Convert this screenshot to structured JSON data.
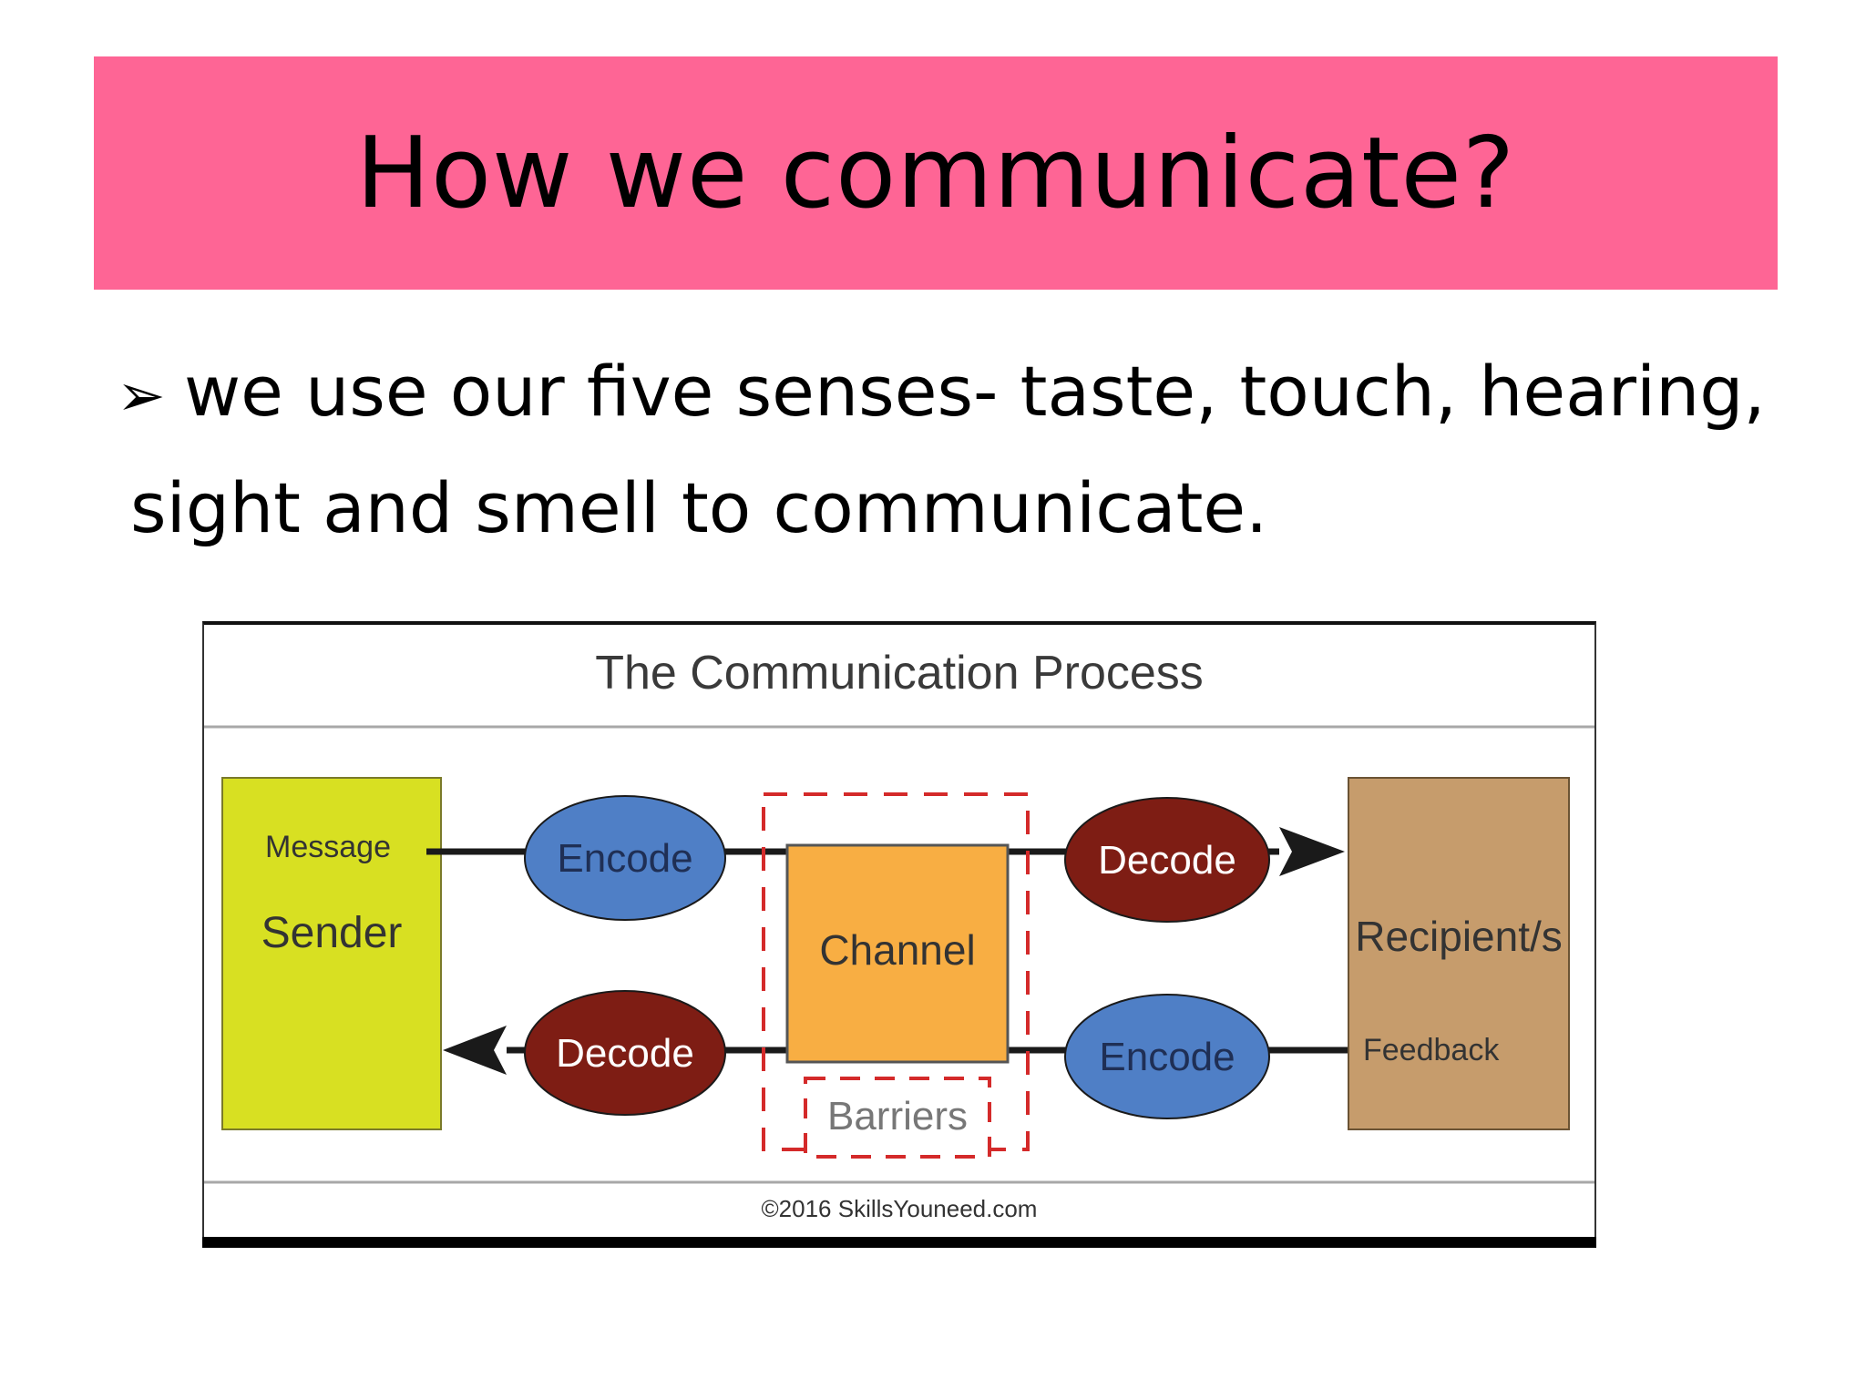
{
  "slide": {
    "title": "How we communicate?",
    "bullet_marker": "➢",
    "bullet_line1": "we use our five senses- taste, touch, hearing,",
    "bullet_line2": "sight and smell to communicate."
  },
  "diagram": {
    "title": "The Communication Process",
    "sender": "Sender",
    "message": "Message",
    "encode_top": "Encode",
    "decode_bottom": "Decode",
    "channel": "Channel",
    "barriers": "Barriers",
    "decode_top": "Decode",
    "encode_bottom": "Encode",
    "recipient": "Recipient/s",
    "feedback": "Feedback",
    "copyright": "©2016 SkillsYouneed.com",
    "colors": {
      "sender_box": "#d8e022",
      "encode_ellipse": "#4f7fc6",
      "decode_ellipse": "#7e1d14",
      "channel_box": "#f8ae43",
      "recipient_box": "#c69c6c",
      "barrier_dash": "#d42a2a"
    }
  }
}
